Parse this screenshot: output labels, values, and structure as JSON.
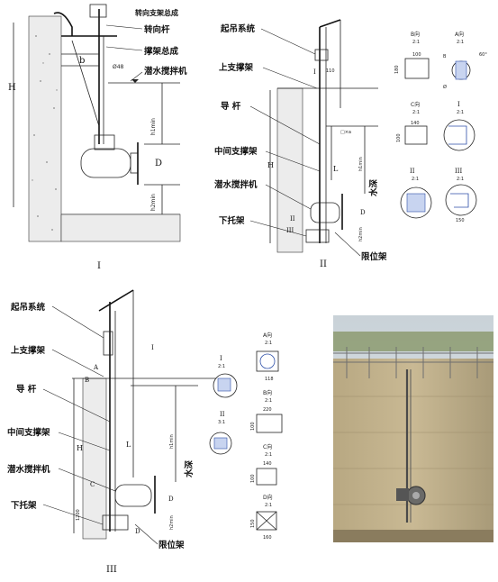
{
  "fig1": {
    "title_top": "转向支架总成",
    "turn_rod": "转向杆",
    "brace_assembly": "撑架总成",
    "mixer": "潜水搅拌机",
    "dim_H": "H",
    "dim_b": "b",
    "dim_phi": "Ø48",
    "dim_h1min": "h1min",
    "dim_D": "D",
    "dim_h2min": "h2min",
    "caption": "I"
  },
  "fig2": {
    "lifting": "起吊系统",
    "upper_support": "上支撑架",
    "guide_rod": "导 杆",
    "middle_support": "中间支撑架",
    "mixer": "潜水搅拌机",
    "lower_bracket": "下托架",
    "limit_bracket": "限位架",
    "water_depth": "水深",
    "dim_110": "110",
    "dim_H": "H",
    "dim_L": "L",
    "dim_h1min": "h1min",
    "dim_h2min": "h2min",
    "dim_D": "D",
    "dim_a": "□×a",
    "mark_I": "I",
    "mark_II": "II",
    "mark_III": "III",
    "caption": "II"
  },
  "fig2_details": {
    "b_view": "B向",
    "b_scale": "2:1",
    "b_dim": "100",
    "b_dim2": "180",
    "a_view": "A向",
    "a_scale": "2:1",
    "a_dim_b": "B",
    "a_dim_phi": "Ø",
    "a_dim_60": "60°",
    "c_view": "C向",
    "c_scale": "2:1",
    "c_dim": "140",
    "c_dim2": "100",
    "i_view": "I",
    "i_scale": "2:1",
    "ii_view": "II",
    "ii_scale": "2:1",
    "iii_view": "III",
    "iii_scale": "2:1",
    "iii_dim": "150"
  },
  "fig3": {
    "lifting": "起吊系统",
    "upper_support": "上支撑架",
    "guide_rod": "导 杆",
    "middle_support": "中间支撑架",
    "mixer": "潜水搅拌机",
    "lower_bracket": "下托架",
    "limit_bracket": "限位架",
    "water_depth": "水深",
    "dim_H": "H",
    "dim_L": "L",
    "dim_h1min": "h1min",
    "dim_h2min": "h2min",
    "dim_D": "D",
    "dim_1200": "1200",
    "mark_A": "A",
    "mark_B": "B",
    "mark_C": "C",
    "mark_D": "D",
    "mark_I": "I",
    "caption": "III"
  },
  "fig3_details": {
    "a_view": "A向",
    "a_scale": "2:1",
    "a_dim": "118",
    "i_view": "I",
    "i_scale": "2:1",
    "ii_view": "II",
    "ii_scale": "3:1",
    "b_view": "B向",
    "b_scale": "2:1",
    "b_dim": "220",
    "b_dim2": "100",
    "c_view": "C向",
    "c_scale": "2:1",
    "c_dim": "140",
    "c_dim2": "100",
    "d_view": "D向",
    "d_scale": "2:1",
    "d_dim": "160",
    "d_dim2": "150"
  }
}
